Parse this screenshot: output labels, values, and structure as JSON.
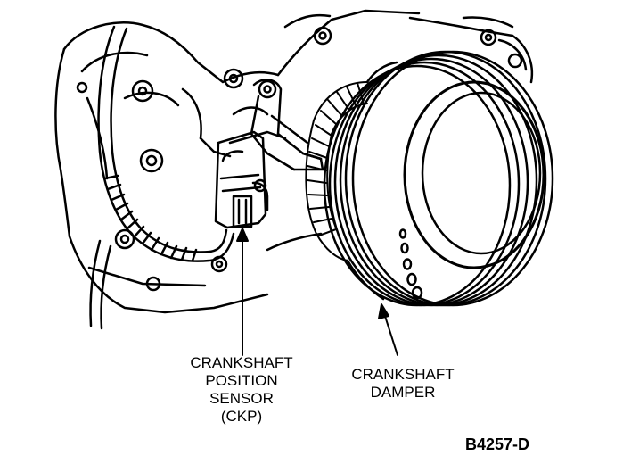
{
  "labels": {
    "ckp": {
      "lines": [
        "CRANKSHAFT",
        "POSITION",
        "SENSOR",
        "(CKP)"
      ]
    },
    "damper": {
      "lines": [
        "CRANKSHAFT",
        "DAMPER"
      ]
    }
  },
  "figure_code": "B4257-D"
}
